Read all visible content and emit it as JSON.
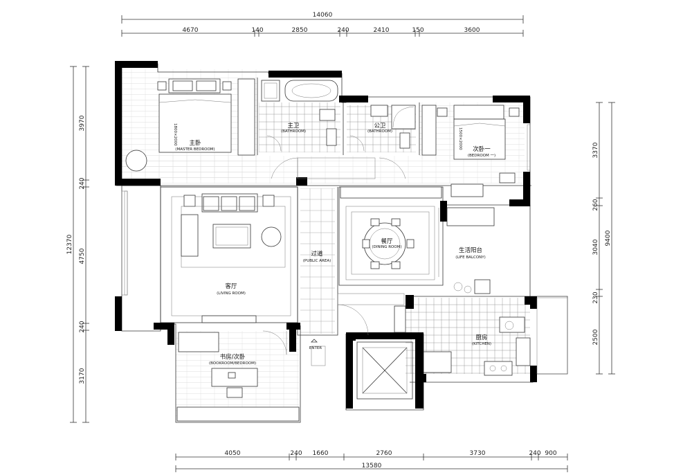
{
  "dimensions": {
    "top_total": "14060",
    "top_segments": [
      "4670",
      "140",
      "2850",
      "240",
      "2410",
      "150",
      "3600"
    ],
    "bottom_total": "13580",
    "bottom_segments": [
      "4050",
      "240",
      "1660",
      "2760",
      "3730",
      "240",
      "900"
    ],
    "left_total": "12370",
    "left_segments": [
      "3970",
      "240",
      "4750",
      "240",
      "3170"
    ],
    "right_total": "9400",
    "right_segments": [
      "3370",
      "260",
      "3040",
      "230",
      "2500"
    ]
  },
  "rooms": {
    "master_bedroom": {
      "cn": "主卧",
      "en": "(MASTER BEDROOM)",
      "bed": "1800×2000"
    },
    "master_bath": {
      "cn": "主卫",
      "en": "(BATHROOM)"
    },
    "public_bath": {
      "cn": "公卫",
      "en": "(BATHROOM)"
    },
    "second_bedroom": {
      "cn": "次卧一",
      "en": "(BEDROOM 一)",
      "bed": "1500×2000"
    },
    "living_room": {
      "cn": "客厅",
      "en": "(LIVING ROOM)"
    },
    "public_area": {
      "cn": "过道",
      "en": "(PUBLIC AREA)"
    },
    "dining": {
      "cn": "餐厅",
      "en": "(DINING ROOM)"
    },
    "life_balcony": {
      "cn": "生活阳台",
      "en": "(LIFE BALCONY)"
    },
    "kitchen": {
      "cn": "厨房",
      "en": "(KITCHEN)"
    },
    "study": {
      "cn": "书房/次卧",
      "en": "(BOOKROOM/BEDROOM)"
    }
  },
  "entry": {
    "label": "ENTER"
  }
}
